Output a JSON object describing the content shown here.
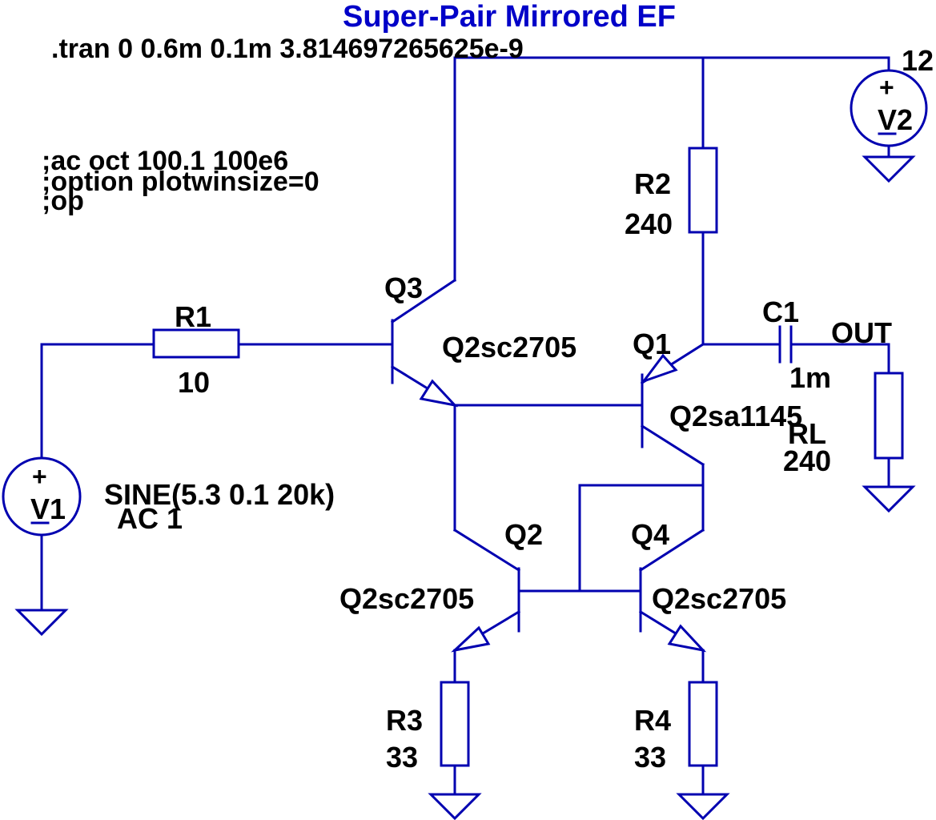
{
  "title": "Super-Pair Mirrored EF",
  "directives": {
    "tran": ".tran 0 0.6m 0.1m 3.814697265625e-9",
    "ac": ";ac oct 100.1 100e6",
    "option": ";option plotwinsize=0",
    "op": ";op"
  },
  "components": {
    "v1": {
      "name": "V1",
      "value": "SINE(5.3 0.1 20k)",
      "ac": "AC 1"
    },
    "v2": {
      "name": "V2",
      "value": "12"
    },
    "r1": {
      "name": "R1",
      "value": "10"
    },
    "r2": {
      "name": "R2",
      "value": "240"
    },
    "r3": {
      "name": "R3",
      "value": "33"
    },
    "r4": {
      "name": "R4",
      "value": "33"
    },
    "rl": {
      "name": "RL",
      "value": "240"
    },
    "c1": {
      "name": "C1",
      "value": "1m"
    },
    "q1": {
      "name": "Q1",
      "model": "Q2sa1145"
    },
    "q2": {
      "name": "Q2",
      "model": "Q2sc2705"
    },
    "q3": {
      "name": "Q3",
      "model": "Q2sc2705"
    },
    "q4": {
      "name": "Q4",
      "model": "Q2sc2705"
    }
  },
  "nets": {
    "out": "OUT"
  },
  "symbols": {
    "plus": "+"
  },
  "colors": {
    "wire": "#0000b0",
    "title": "#0000c8",
    "text": "#000000"
  }
}
